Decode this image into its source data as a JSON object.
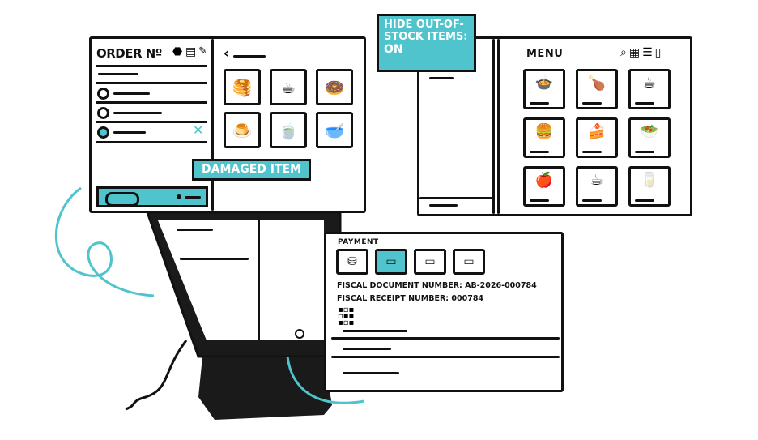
{
  "colors": {
    "accent": "#4fc4cc",
    "ink": "#111111"
  },
  "order_screen": {
    "title": "ORDER Nº",
    "header_icons": [
      "printer-icon",
      "receipt-icon",
      "pencil-icon"
    ],
    "back_icon": "chevron-left-icon",
    "remove_icon": "close-icon",
    "product_icons": [
      "🥞",
      "☕",
      "🍩",
      "🍮",
      "🍵",
      "🥣"
    ]
  },
  "damaged_callout": {
    "label": "DAMAGED ITEM"
  },
  "stock_callout": {
    "label": "HIDE OUT-OF-STOCK ITEMS:",
    "value": "ON"
  },
  "menu_screen": {
    "title": "MENU",
    "header_icons": [
      "search-icon",
      "qr-icon",
      "list-icon",
      "trash-icon"
    ],
    "menu_icons": [
      "🍲",
      "🍗",
      "☕",
      "🍔",
      "🍰",
      "🥗",
      "🍎",
      "☕",
      "🥛"
    ]
  },
  "payment_screen": {
    "title": "PAYMENT",
    "method_icons": [
      "cash-icon",
      "card-icon",
      "card-icon",
      "card-icon"
    ],
    "fiscal_document": "FISCAL DOCUMENT NUMBER: AB-2026-000784",
    "fiscal_receipt": "FISCAL RECEIPT NUMBER: 000784"
  }
}
